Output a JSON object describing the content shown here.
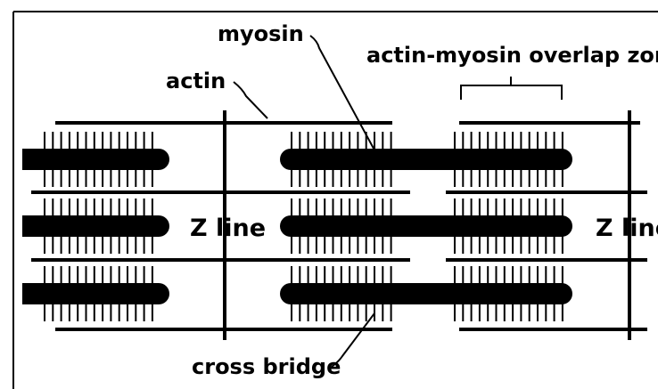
{
  "labels": {
    "myosin": "myosin",
    "actin": "actin",
    "overlap_zone": "actin-myosin overlap zone",
    "z_line_left": "Z line",
    "z_line_right": "Z line",
    "cross_bridge": "cross bridge"
  },
  "colors": {
    "ink": "#000000",
    "background": "#ffffff"
  }
}
